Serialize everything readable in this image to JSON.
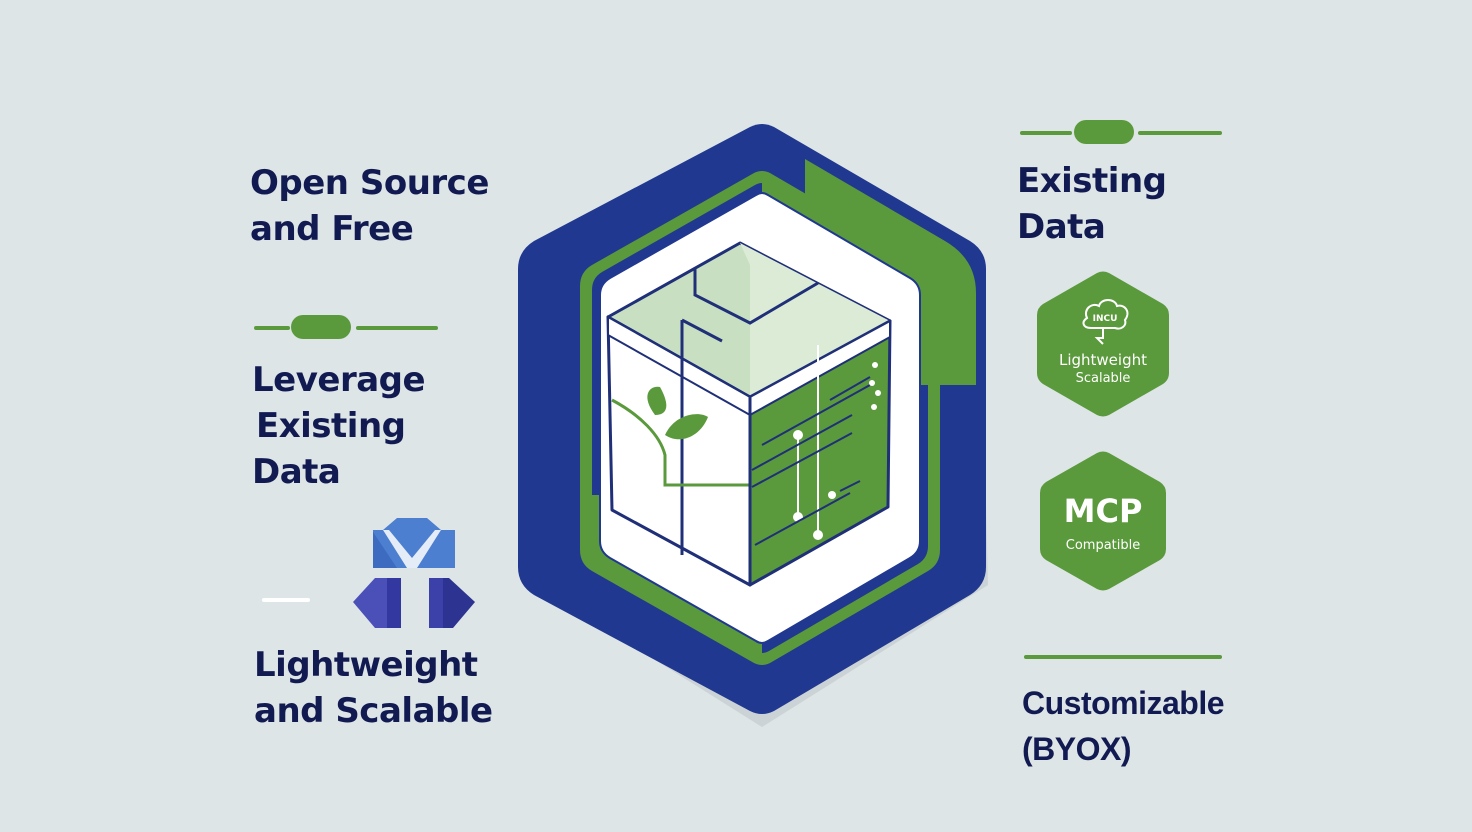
{
  "left_column": {
    "item1": {
      "line1": "Open Source",
      "line2": "and Free"
    },
    "item2": {
      "line1": "Leverage",
      "line2": "Existing",
      "line3": "Data"
    },
    "item3": {
      "line1": "Lightweight",
      "line2": "and Scalable"
    }
  },
  "right_column": {
    "item1": {
      "line1": "Existing",
      "line2": "Data"
    },
    "badge1": {
      "icon_text": "INCU",
      "line1": "Lightweight",
      "line2": "Scalable"
    },
    "badge2": {
      "title": "MCP",
      "subtitle": "Compatible"
    },
    "item2": {
      "line1": "Customizable",
      "line2": "(BYOX)"
    }
  },
  "colors": {
    "background": "#dde5e6",
    "navy": "#20388f",
    "green": "#5a9a3c",
    "text": "#121a52",
    "white": "#ffffff"
  }
}
